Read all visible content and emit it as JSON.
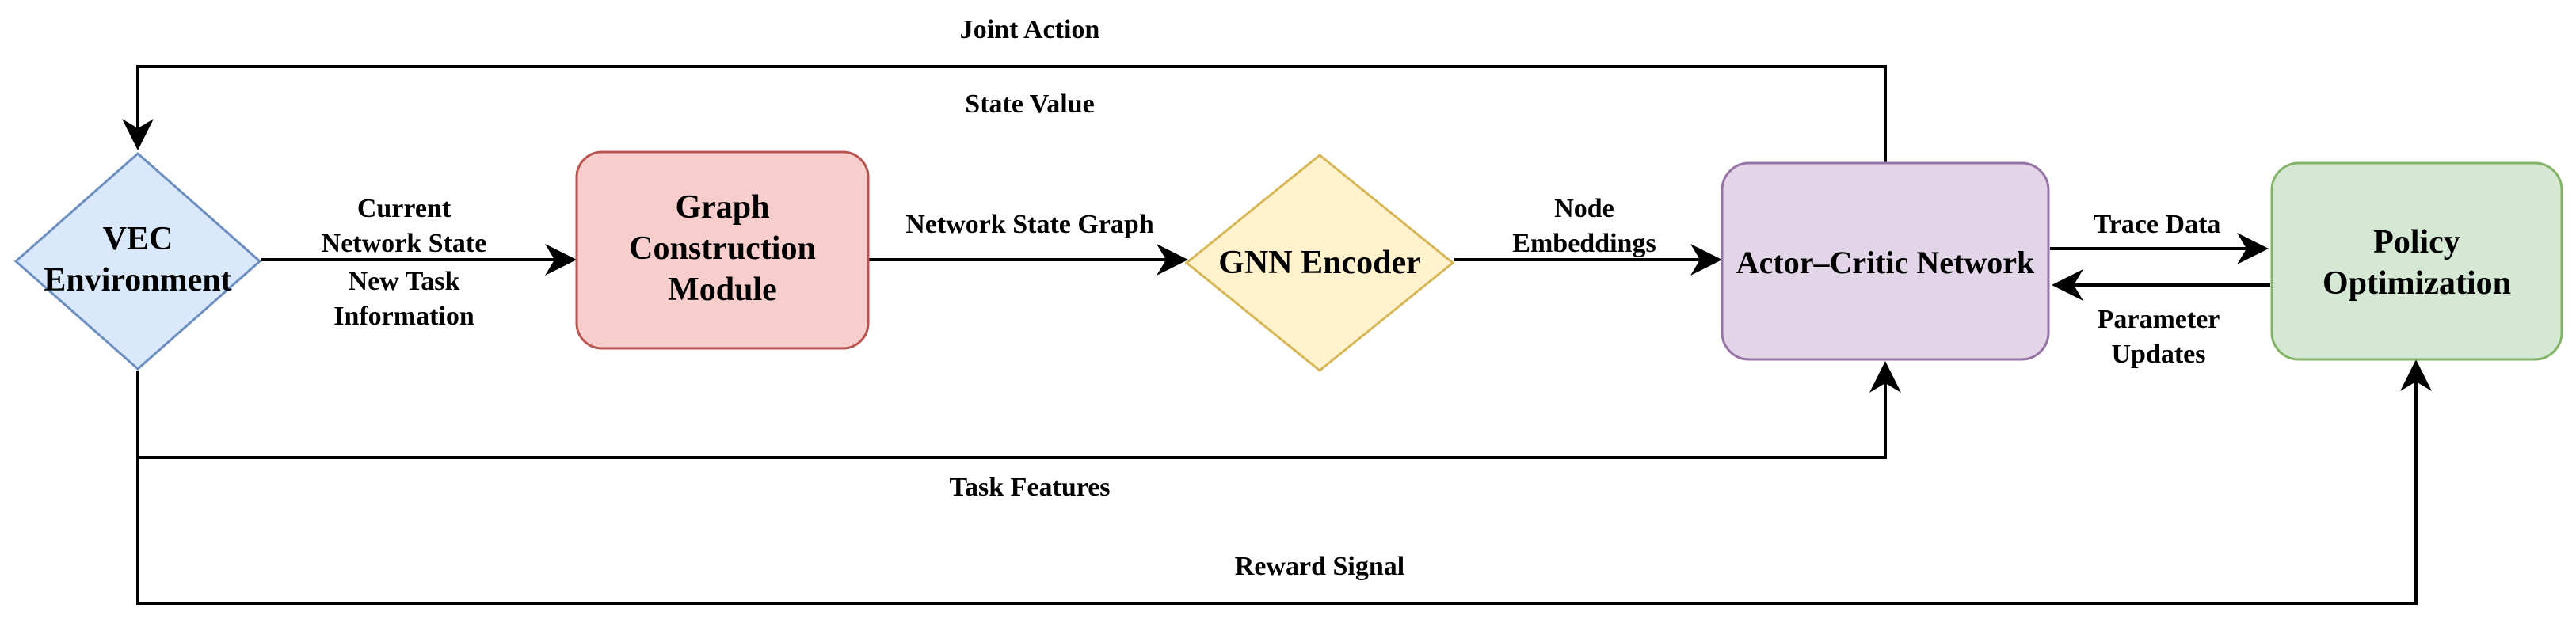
{
  "nodes": {
    "vec": {
      "line1": "VEC",
      "line2": "Environment",
      "fill": "#dae8fc",
      "stroke": "#6c8ebf"
    },
    "graph": {
      "line1": "Graph",
      "line2": "Construction",
      "line3": "Module",
      "fill": "#f8cecc",
      "stroke": "#b85450"
    },
    "gnn": {
      "label": "GNN Encoder",
      "fill": "#fff2cc",
      "stroke": "#d6b656"
    },
    "actor": {
      "label": "Actor–Critic Network",
      "fill": "#e1d5e7",
      "stroke": "#9673a6"
    },
    "policy": {
      "line1": "Policy",
      "line2": "Optimization",
      "fill": "#d5e8d4",
      "stroke": "#82b366"
    }
  },
  "edges": {
    "joint_action": "Joint Action",
    "state_value": "State Value",
    "current_state": {
      "line1": "Current",
      "line2": "Network State"
    },
    "new_task": {
      "line1": "New Task",
      "line2": "Information"
    },
    "network_state_graph": "Network State Graph",
    "node_embeddings": {
      "line1": "Node",
      "line2": "Embeddings"
    },
    "trace_data": "Trace Data",
    "parameter_updates": {
      "line1": "Parameter",
      "line2": "Updates"
    },
    "task_features": "Task Features",
    "reward_signal": "Reward Signal"
  }
}
